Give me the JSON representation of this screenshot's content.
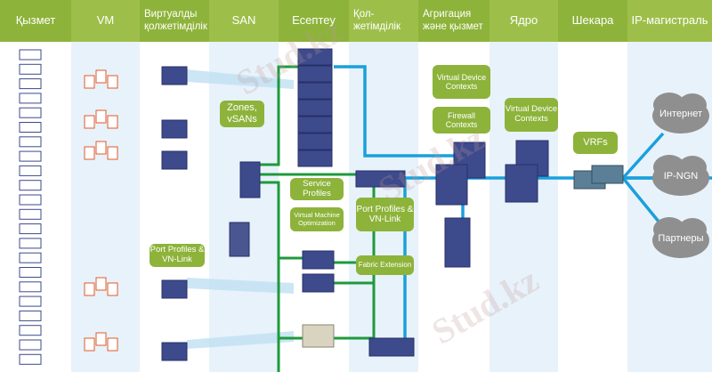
{
  "headers": [
    "Қызмет",
    "VM",
    "Виртуалды қолжетімділік",
    "SAN",
    "Есептеу",
    "Қол-жетімділік",
    "Агригация және қызмет",
    "Ядро",
    "Шекара",
    "IP-магистраль"
  ],
  "colors": {
    "header_a": "#8db33a",
    "header_b": "#9dbf4a",
    "band": "#e8f2fa",
    "green_link": "#1e9a3c",
    "blue_link": "#1aa0dc",
    "device": "#3d4a8c",
    "cloud": "#8f8f8f"
  },
  "labels": {
    "zones": "Zones, vSANs",
    "service_profiles": "Service Profiles",
    "vm_optimization": "Virtual Machine Optimization",
    "port_profiles_access": "Port Profiles & VN-Link",
    "port_profiles_virtual": "Port Profiles & VN-Link",
    "fabric_extension": "Fabric Extension",
    "vdc_agg": "Virtual Device Contexts",
    "firewall": "Firewall Contexts",
    "vdc_core": "Virtual Device Contexts",
    "vrfs": "VRFs"
  },
  "clouds": [
    "Интернет",
    "IP-NGN",
    "Партнеры"
  ],
  "watermark": "Stud.kz"
}
